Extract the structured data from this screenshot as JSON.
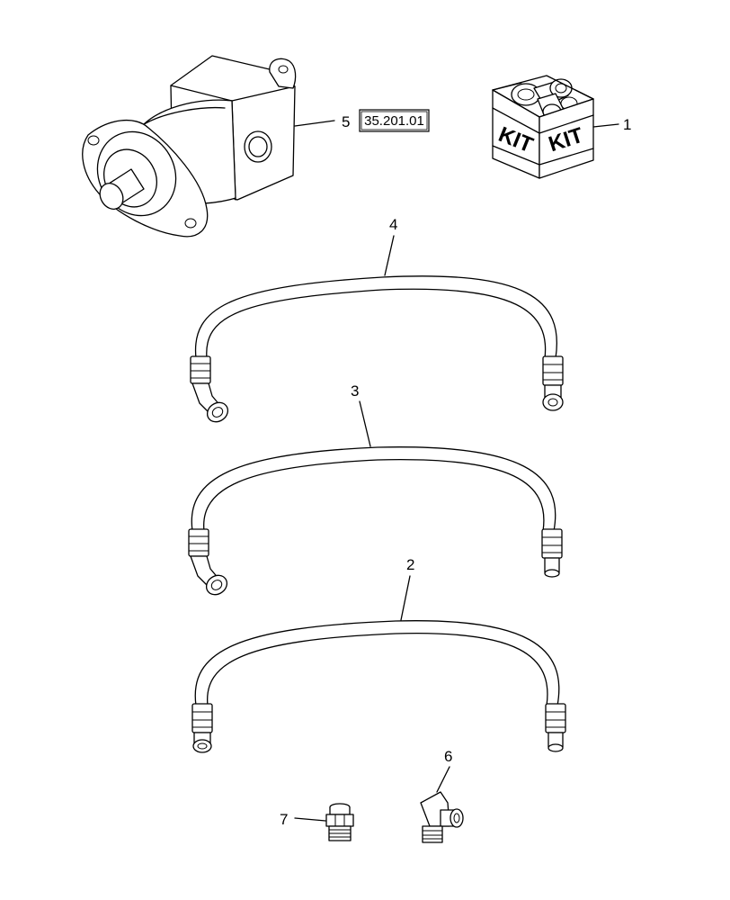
{
  "callouts": {
    "c1": "1",
    "c2": "2",
    "c3": "3",
    "c4": "4",
    "c5": "5",
    "c6": "6",
    "c7": "7"
  },
  "reference_box": "35.201.01",
  "kit_labels": {
    "left": "KIT",
    "right": "KIT"
  }
}
